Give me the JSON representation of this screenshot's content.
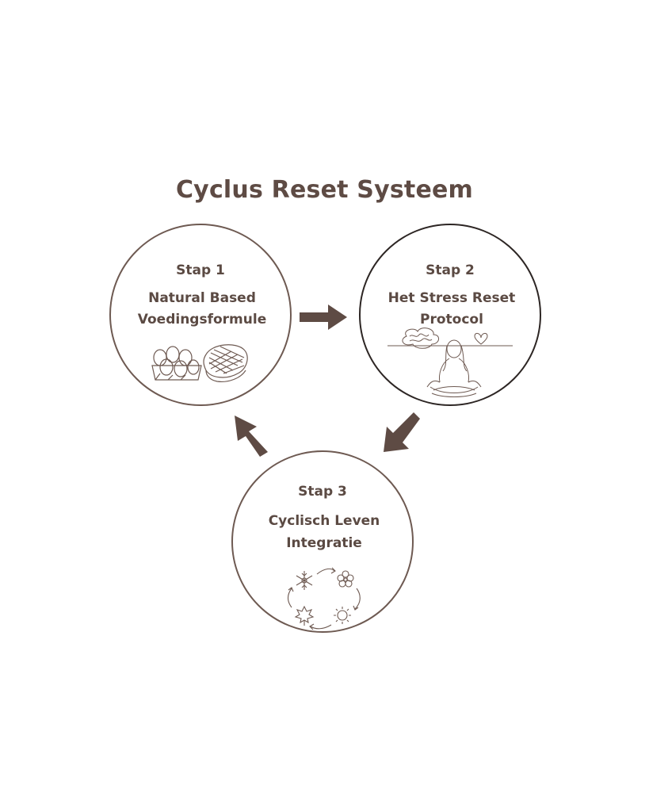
{
  "title": "Cyclus Reset Systeem",
  "steps": [
    {
      "label": "Stap 1",
      "title_line1": "Natural Based",
      "title_line2": "Voedingsformule",
      "illustration": "eggs-and-steak-icon"
    },
    {
      "label": "Stap 2",
      "title_line1": "Het Stress Reset",
      "title_line2": "Protocol",
      "illustration": "meditating-woman-icon"
    },
    {
      "label": "Stap 3",
      "title_line1": "Cyclisch Leven",
      "title_line2": "Integratie",
      "illustration": "seasons-cycle-icon"
    }
  ],
  "colors": {
    "accent": "#5e4b44",
    "circle_border": "#6e5a52",
    "circle_border_dark": "#2d2624",
    "background": "#ffffff"
  }
}
